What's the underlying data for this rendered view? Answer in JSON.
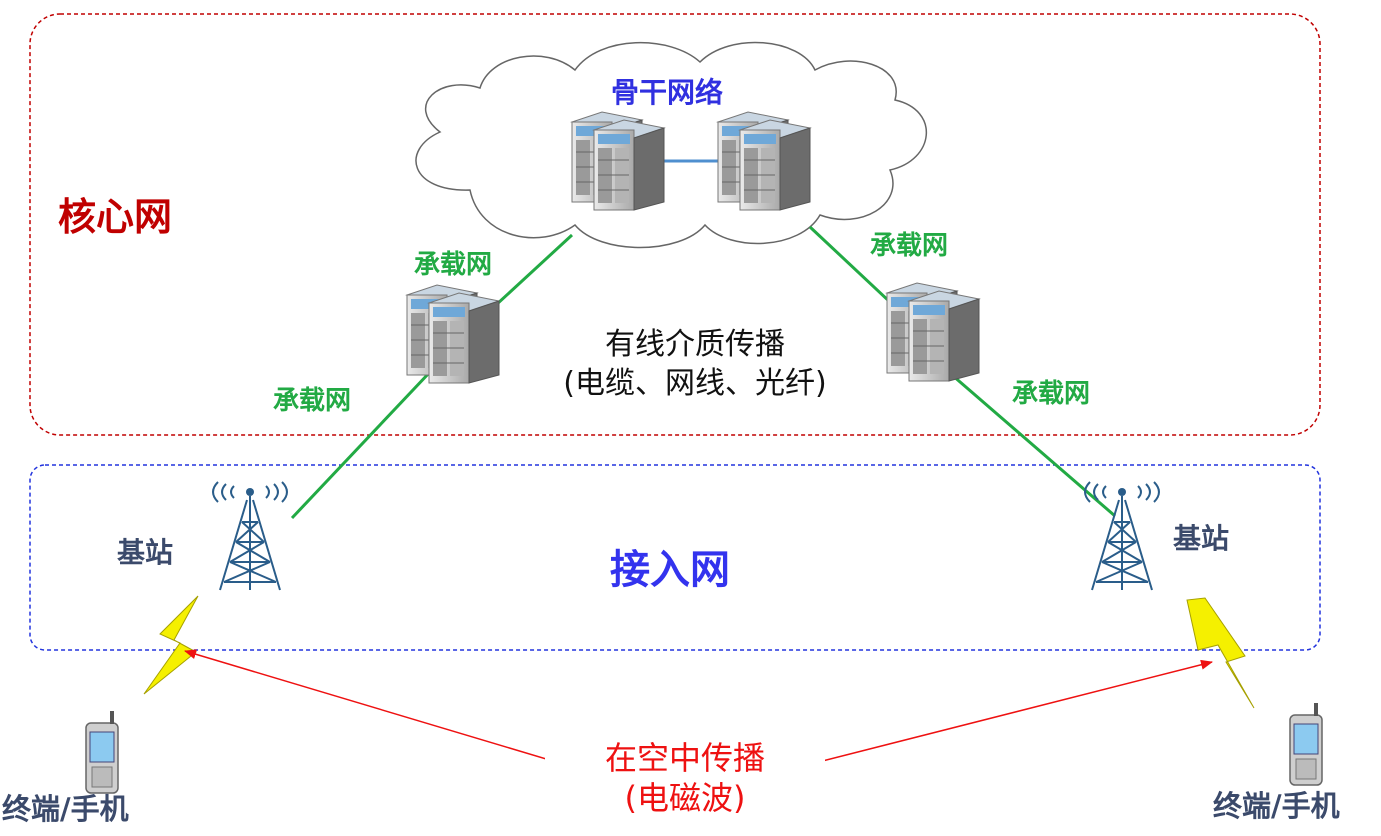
{
  "diagram": {
    "core_network_label": "核心网",
    "access_network_label": "接入网",
    "backbone_label": "骨干网络",
    "carrier_labels": [
      "承载网",
      "承载网",
      "承载网",
      "承载网"
    ],
    "wired_medium": {
      "line1": "有线介质传播",
      "line2": "(电缆、网线、光纤)"
    },
    "air_medium": {
      "line1": "在空中传播",
      "line2": "(电磁波)"
    },
    "base_station_labels": [
      "基站",
      "基站"
    ],
    "terminal_labels": [
      "终端/手机",
      "终端/手机"
    ],
    "colors": {
      "core_border": "#c00000",
      "access_border": "#2233dd",
      "carrier_line": "#22aa44",
      "wave_arrow": "#ee1111",
      "lightning": "#f5f000",
      "tower": "#2a5d8a"
    },
    "icons": [
      "cloud-icon",
      "server-icon",
      "tower-icon",
      "lightning-icon",
      "phone-icon"
    ]
  }
}
